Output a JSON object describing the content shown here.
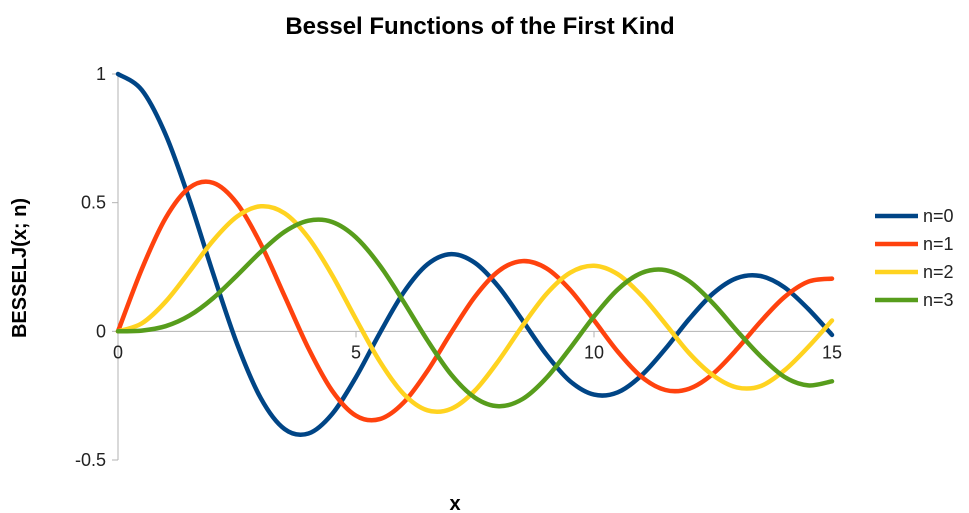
{
  "chart_data": {
    "type": "line",
    "title": "Bessel Functions of the First Kind",
    "xlabel": "x",
    "ylabel": "BESSELJ(x; n)",
    "xlim": [
      0,
      15
    ],
    "ylim": [
      -0.5,
      1
    ],
    "x_ticks": [
      0,
      5,
      10,
      15
    ],
    "y_ticks": [
      -0.5,
      0,
      0.5,
      1
    ],
    "x_tick_labels": [
      "0",
      "5",
      "10",
      "15"
    ],
    "y_tick_labels": [
      "-0.5",
      "0",
      "0.5",
      "1"
    ],
    "grid": false,
    "legend": "right",
    "x": [
      0,
      0.5,
      1,
      1.5,
      2,
      2.5,
      3,
      3.5,
      4,
      4.5,
      5,
      5.5,
      6,
      6.5,
      7,
      7.5,
      8,
      8.5,
      9,
      9.5,
      10,
      10.5,
      11,
      11.5,
      12,
      12.5,
      13,
      13.5,
      14,
      14.5,
      15
    ],
    "series": [
      {
        "name": "n=0",
        "color": "#004586",
        "values": [
          1.0,
          0.938,
          0.765,
          0.512,
          0.224,
          -0.048,
          -0.26,
          -0.38,
          -0.397,
          -0.321,
          -0.178,
          -0.007,
          0.151,
          0.26,
          0.3,
          0.266,
          0.172,
          0.042,
          -0.09,
          -0.194,
          -0.246,
          -0.237,
          -0.171,
          -0.068,
          0.048,
          0.147,
          0.207,
          0.215,
          0.171,
          0.087,
          -0.014
        ]
      },
      {
        "name": "n=1",
        "color": "#ff420e",
        "values": [
          0.0,
          0.242,
          0.44,
          0.558,
          0.577,
          0.497,
          0.339,
          0.137,
          -0.066,
          -0.231,
          -0.328,
          -0.341,
          -0.277,
          -0.154,
          -0.005,
          0.135,
          0.235,
          0.273,
          0.245,
          0.161,
          0.043,
          -0.079,
          -0.177,
          -0.228,
          -0.223,
          -0.165,
          -0.07,
          0.038,
          0.133,
          0.193,
          0.205
        ]
      },
      {
        "name": "n=2",
        "color": "#ffd320",
        "values": [
          0.0,
          0.031,
          0.115,
          0.232,
          0.353,
          0.446,
          0.486,
          0.459,
          0.364,
          0.218,
          0.047,
          -0.117,
          -0.243,
          -0.307,
          -0.301,
          -0.23,
          -0.113,
          0.022,
          0.145,
          0.228,
          0.255,
          0.222,
          0.139,
          0.029,
          -0.085,
          -0.171,
          -0.218,
          -0.213,
          -0.152,
          -0.061,
          0.042
        ]
      },
      {
        "name": "n=3",
        "color": "#579d1c",
        "values": [
          0.0,
          0.003,
          0.02,
          0.061,
          0.129,
          0.217,
          0.309,
          0.387,
          0.43,
          0.425,
          0.365,
          0.256,
          0.115,
          -0.035,
          -0.168,
          -0.258,
          -0.291,
          -0.263,
          -0.181,
          -0.065,
          0.058,
          0.163,
          0.227,
          0.238,
          0.195,
          0.109,
          0.003,
          -0.097,
          -0.177,
          -0.21,
          -0.194
        ]
      }
    ]
  }
}
